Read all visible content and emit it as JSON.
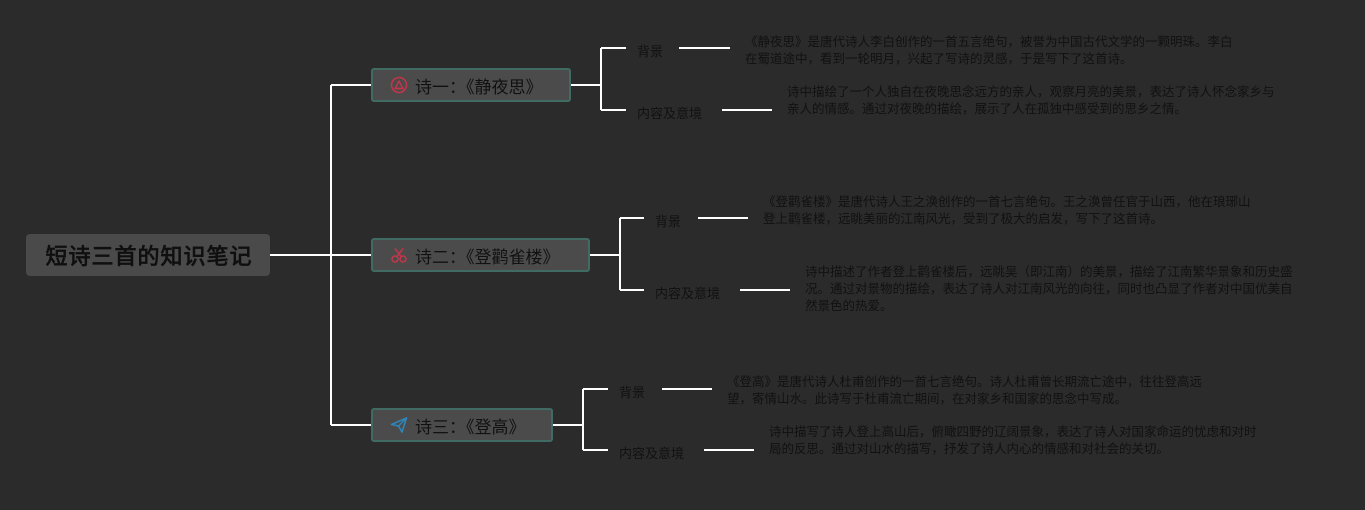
{
  "root": {
    "title": "短诗三首的知识笔记"
  },
  "poems": [
    {
      "title": "诗一：《静夜思》",
      "icon": "tent-icon",
      "icon_color": "#c1364a",
      "background_label": "背景",
      "background_text": "《静夜思》是唐代诗人李白创作的一首五言绝句，被誉为中国古代文学的一颗明珠。李白在蜀道途中，看到一轮明月，兴起了写诗的灵感，于是写下了这首诗。",
      "meaning_label": "内容及意境",
      "meaning_text": "诗中描绘了一个人独自在夜晚思念远方的亲人，观察月亮的美景，表达了诗人怀念家乡与亲人的情感。通过对夜晚的描绘，展示了人在孤独中感受到的思乡之情。"
    },
    {
      "title": "诗二：《登鹳雀楼》",
      "icon": "scissors-icon",
      "icon_color": "#c1364a",
      "background_label": "背景",
      "background_text": "《登鹳雀楼》是唐代诗人王之涣创作的一首七言绝句。王之涣曾任官于山西，他在琅琊山登上鹳雀楼，远眺美丽的江南风光，受到了极大的启发，写下了这首诗。",
      "meaning_label": "内容及意境",
      "meaning_text": "诗中描述了作者登上鹳雀楼后，远眺吴（即江南）的美景，描绘了江南繁华景象和历史盛况。通过对景物的描绘，表达了诗人对江南风光的向往，同时也凸显了作者对中国优美自然景色的热爱。"
    },
    {
      "title": "诗三：《登高》",
      "icon": "paper-plane-icon",
      "icon_color": "#2f86b8",
      "background_label": "背景",
      "background_text": "《登高》是唐代诗人杜甫创作的一首七言绝句。诗人杜甫曾长期流亡途中，往往登高远望，寄情山水。此诗写于杜甫流亡期间，在对家乡和国家的思念中写成。",
      "meaning_label": "内容及意境",
      "meaning_text": "诗中描写了诗人登上高山后，俯瞰四野的辽阔景象，表达了诗人对国家命运的忧虑和对时局的反思。通过对山水的描写，抒发了诗人内心的情感和对社会的关切。"
    }
  ],
  "colors": {
    "background": "#2b2b2b",
    "connector": "#ffffff",
    "node_fill": "#4b4b4b",
    "node_border": "#3f6b63"
  }
}
